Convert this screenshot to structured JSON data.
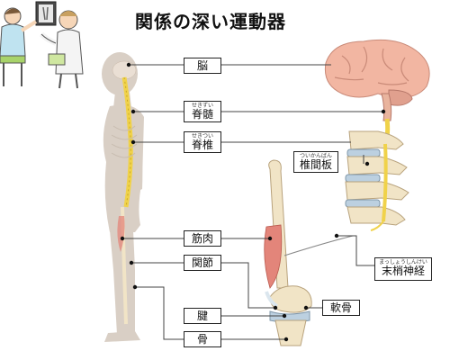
{
  "title": "関係の深い運動器",
  "labels": {
    "brain": "脳",
    "spinal_cord": {
      "text": "脊髄",
      "reading": "せきずい"
    },
    "spine": {
      "text": "脊椎",
      "reading": "せきつい"
    },
    "disc": {
      "text": "椎間板",
      "reading": "ついかんばん"
    },
    "muscle": "筋肉",
    "joint": "関節",
    "cartilage": "軟骨",
    "peripheral_nerve": {
      "text": "末梢神経",
      "reading": "まっしょうしんけい"
    },
    "tendon": "腱",
    "bone": "骨"
  },
  "colors": {
    "body_silhouette": "#d9cfc5",
    "spinal_cord": "#f0d24a",
    "brain": "#f2b6a2",
    "bone": "#f1e4c6",
    "muscle": "#e3857a",
    "disc": "#bcd0e0"
  },
  "illustration": {
    "name": "doctor-and-patient-illustration"
  }
}
